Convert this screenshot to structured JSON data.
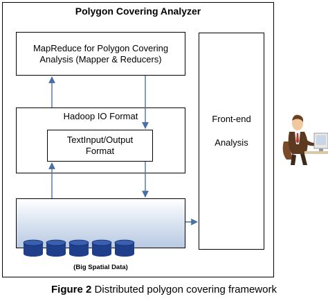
{
  "title": "Polygon Covering Analyzer",
  "mapreduce": {
    "line1": "MapReduce for Polygon Covering",
    "line2": "Analysis (Mapper & Reducers)"
  },
  "hadoop": {
    "label": "Hadoop IO Format",
    "inner_line1": "TextInput/Output",
    "inner_line2": "Format"
  },
  "frontend": {
    "line1": "Front-end",
    "line2": "Analysis"
  },
  "data_label": "(Big Spatial Data)",
  "caption": {
    "figure": "Figure 2",
    "text": " Distributed polygon covering framework"
  },
  "colors": {
    "arrow": "#4a6fa5",
    "database": "#1f3f8a",
    "storage_fill": "#b8c9e2"
  },
  "icons": [
    "database-icon",
    "person-at-computer-icon"
  ]
}
